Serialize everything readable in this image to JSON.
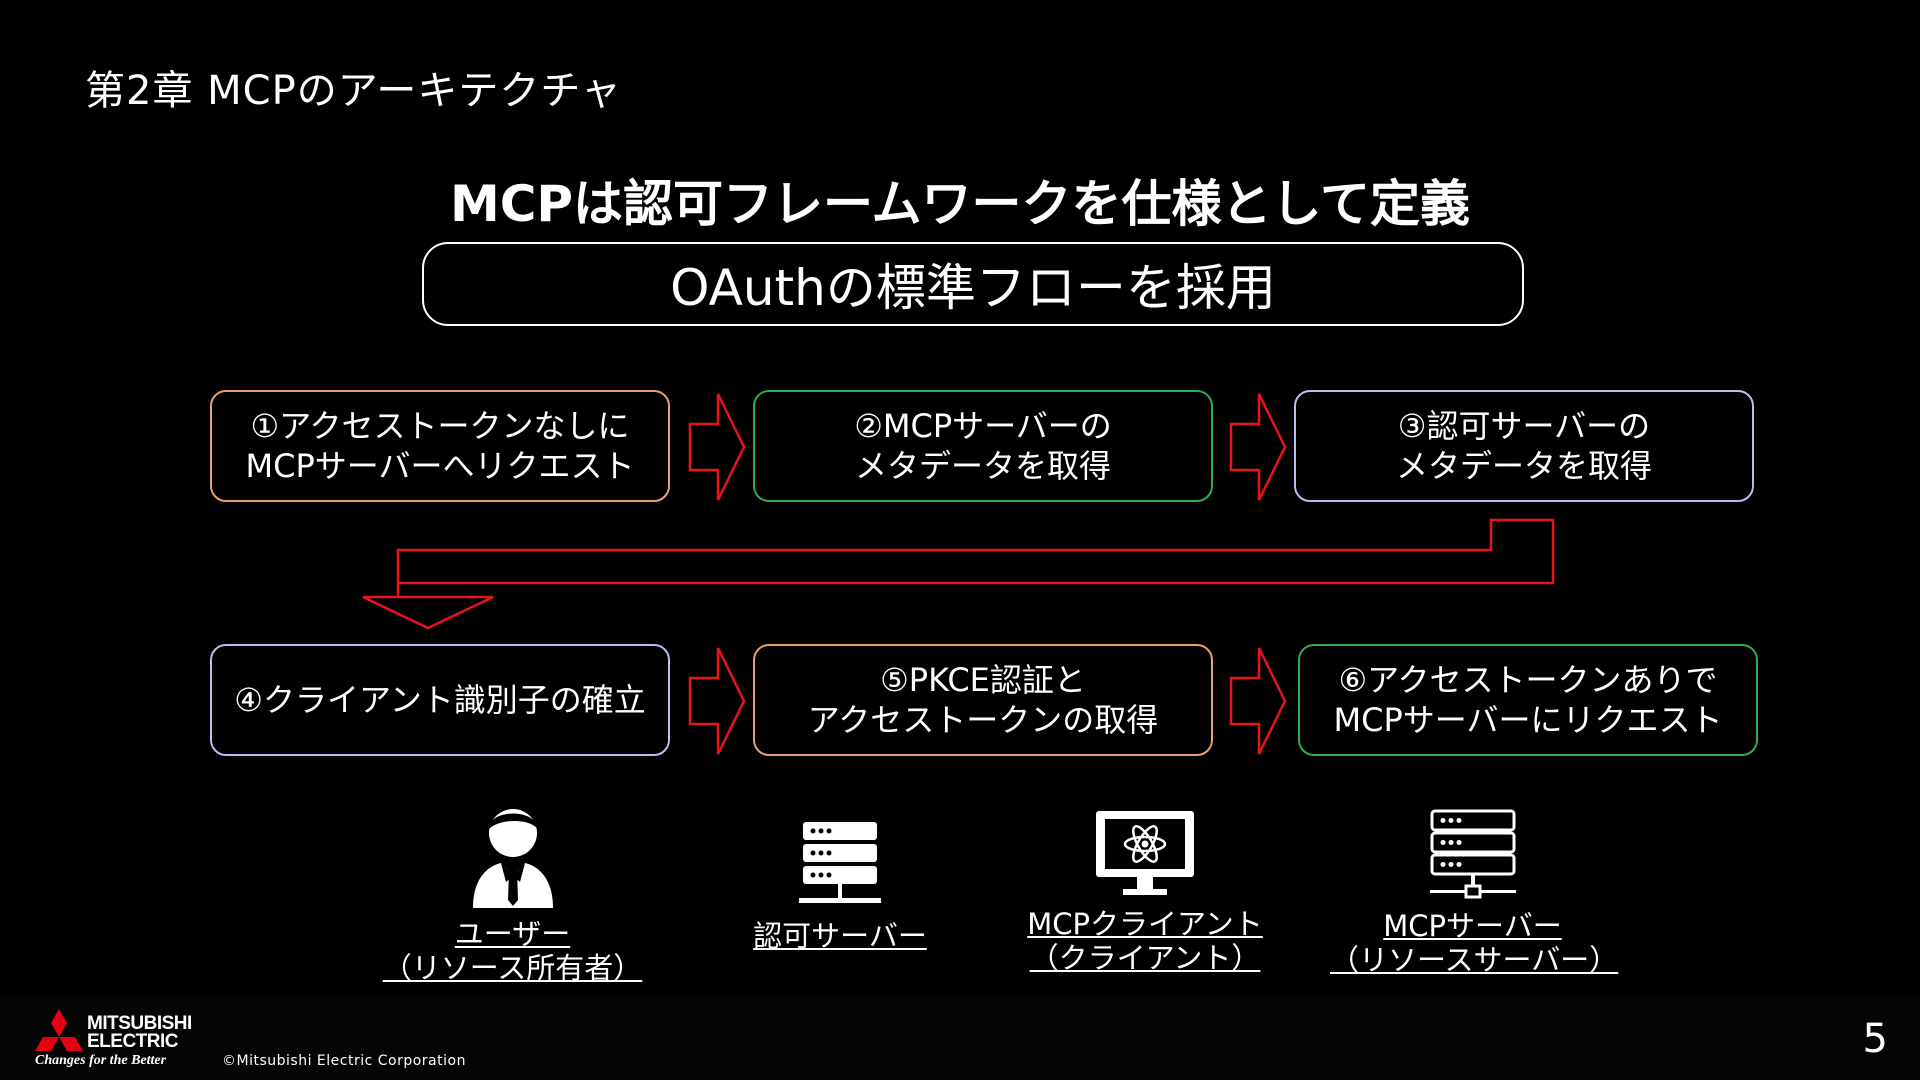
{
  "chapter_title": "第2章 MCPのアーキテクチャ",
  "main_title": "MCPは認可フレームワークを仕様として定義",
  "oauth_label": "OAuthの標準フローを採用",
  "steps": [
    {
      "label": "①アクセストークンなしに\nMCPサーバーへリクエスト",
      "border": "#e9a06a"
    },
    {
      "label": "②MCPサーバーの\nメタデータを取得",
      "border": "#2ead4e"
    },
    {
      "label": "③認可サーバーの\nメタデータを取得",
      "border": "#b7bff0"
    },
    {
      "label": "④クライアント識別子の確立",
      "border": "#b7bff0"
    },
    {
      "label": "⑤PKCE認証と\nアクセストークンの取得",
      "border": "#e9a06a"
    },
    {
      "label": "⑥アクセストークンありで\nMCPサーバーにリクエスト",
      "border": "#2ead4e"
    }
  ],
  "arrow_color": "#e8141c",
  "roles": [
    {
      "icon": "user-icon",
      "label": "ユーザー\n（リソース所有者）"
    },
    {
      "icon": "server-icon",
      "label": "認可サーバー"
    },
    {
      "icon": "monitor-atom-icon",
      "label": "MCPクライアント\n（クライアント）"
    },
    {
      "icon": "network-server-icon",
      "label": "MCPサーバー\n（リソースサーバー）"
    }
  ],
  "footer": {
    "brand_line1": "MITSUBISHI",
    "brand_line2": "ELECTRIC",
    "tagline": "Changes for the Better",
    "copyright": "©Mitsubishi Electric Corporation",
    "page_number": "5",
    "logo_color": "#e60012"
  }
}
